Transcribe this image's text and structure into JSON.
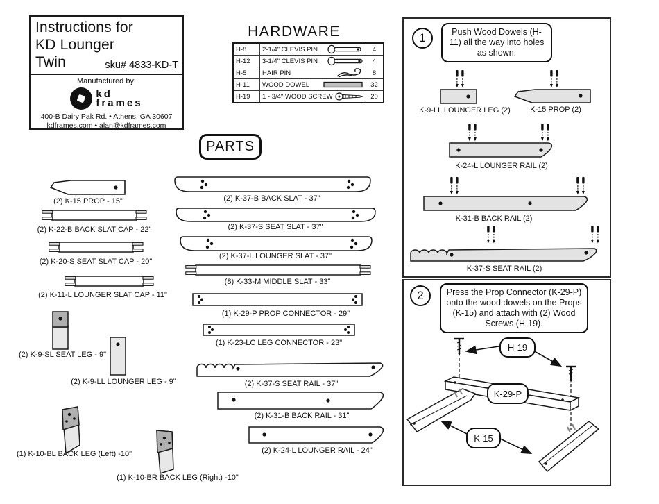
{
  "title_block": {
    "title_lines": [
      "Instructions for",
      "KD Lounger",
      "Twin"
    ],
    "sku": "sku# 4833-KD-T",
    "manufactured_by": "Manufactured by:",
    "logo_line1": "kd",
    "logo_line2": "frames",
    "address": "400-B Dairy Pak Rd. • Athens, GA  30607",
    "contact": "kdframes.com • alan@kdframes.com"
  },
  "hardware": {
    "title": "HARDWARE",
    "rows": [
      {
        "code": "H-8",
        "name": "2-1/4\" CLEVIS PIN",
        "icon": "clevis-pin",
        "qty": "4"
      },
      {
        "code": "H-12",
        "name": "3-1/4\" CLEVIS PIN",
        "icon": "clevis-pin",
        "qty": "4"
      },
      {
        "code": "H-5",
        "name": "HAIR PIN",
        "icon": "hair-pin",
        "qty": "8"
      },
      {
        "code": "H-11",
        "name": "WOOD DOWEL",
        "icon": "wood-dowel",
        "qty": "32"
      },
      {
        "code": "H-19",
        "name": "1 - 3/4\" WOOD  SCREW",
        "icon": "wood-screw",
        "qty": "20"
      }
    ]
  },
  "parts_section": {
    "badge": "PARTS"
  },
  "parts": [
    {
      "id": "K-15",
      "label": "(2) K-15 PROP - 15\""
    },
    {
      "id": "K-22-B",
      "label": "(2) K-22-B BACK SLAT CAP - 22\""
    },
    {
      "id": "K-20-S",
      "label": "(2) K-20-S SEAT SLAT CAP - 20\""
    },
    {
      "id": "K-11-L",
      "label": "(2) K-11-L  LOUNGER SLAT CAP - 11\""
    },
    {
      "id": "K-9-SL",
      "label": "(2) K-9-SL SEAT LEG - 9\""
    },
    {
      "id": "K-9-LL",
      "label": "(2) K-9-LL  LOUNGER LEG - 9\""
    },
    {
      "id": "K-10-BL",
      "label": "(1) K-10-BL  BACK LEG (Left) -10\""
    },
    {
      "id": "K-10-BR",
      "label": "(1) K-10-BR  BACK LEG (Right) -10\""
    },
    {
      "id": "K-37-B",
      "label": "(2) K-37-B  BACK SLAT - 37\""
    },
    {
      "id": "K-37-S",
      "label": "(2) K-37-S SEAT SLAT - 37\""
    },
    {
      "id": "K-37-L",
      "label": "(2) K-37-L  LOUNGER SLAT - 37\""
    },
    {
      "id": "K-33-M",
      "label": "(8) K-33-M  MIDDLE SLAT - 33\""
    },
    {
      "id": "K-29-P",
      "label": "(1) K-29-P  PROP CONNECTOR - 29\""
    },
    {
      "id": "K-23-LC",
      "label": "(1) K-23-LC  LEG CONNECTOR - 23\""
    },
    {
      "id": "K-37-S-RAIL",
      "label": "(2) K-37-S SEAT RAIL - 37\""
    },
    {
      "id": "K-31-B-RAIL",
      "label": "(2) K-31-B BACK RAIL - 31\""
    },
    {
      "id": "K-24-L-RAIL",
      "label": "(2) K-24-L LOUNGER RAIL - 24\""
    }
  ],
  "steps": {
    "step1": {
      "number": "1",
      "instruction": "Push Wood Dowels (H-11) all the way into holes as shown.",
      "items": [
        "K-9-LL  LOUNGER LEG (2)",
        "K-15  PROP (2)",
        "K-24-L  LOUNGER RAIL  (2)",
        "K-31-B BACK RAIL  (2)",
        "K-37-S SEAT RAIL  (2)"
      ]
    },
    "step2": {
      "number": "2",
      "instruction": "Press the Prop Connector (K-29-P) onto the wood dowels on the Props (K-15) and attach with (2) Wood Screws (H-19).",
      "callouts": {
        "h19": "H-19",
        "k29p": "K-29-P",
        "k15": "K-15"
      }
    }
  },
  "colors": {
    "outline": "#1a1a1a",
    "step_part_fill": "#e3e3e3",
    "leg_dark": "#b0b0b0",
    "leg_light": "#e8e8e8",
    "dowel_fill": "#c0c0c0"
  }
}
